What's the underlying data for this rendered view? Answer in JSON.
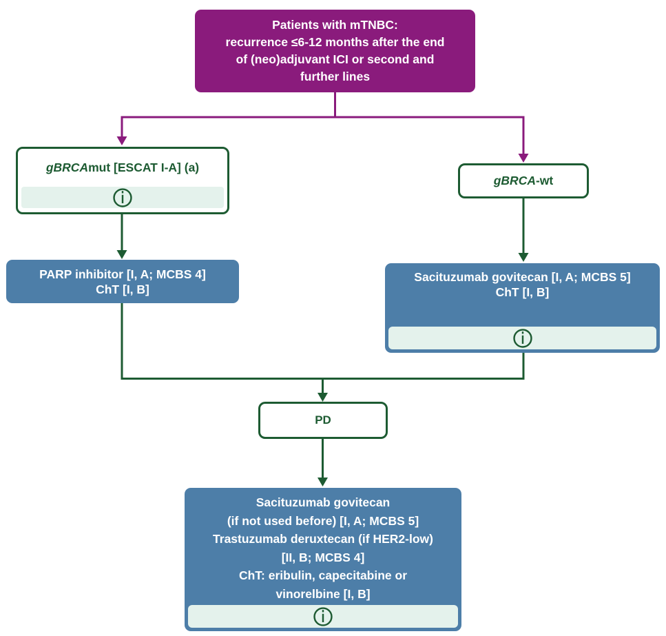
{
  "colors": {
    "purple": "#8A1B7C",
    "blue": "#4D7EA8",
    "dark_green": "#1D5B32",
    "light_green_strip": "#E4F2EC",
    "text_on_dark": "#FFFFFF"
  },
  "icons": {
    "info": "circled-i"
  },
  "nodes": {
    "root": {
      "text": "Patients with mTNBC:\nrecurrence ≤6-12 months after the end\nof (neo)adjuvant ICI or second and\nfurther lines"
    },
    "gbrca_mut": {
      "gene": "gBRCA",
      "rest": "mut [ESCAT I-A] (a)"
    },
    "gbrca_wt": {
      "gene": "gBRCA",
      "rest": "-wt"
    },
    "parp": {
      "text": "PARP inhibitor [I, A; MCBS 4]\nChT [I, B]"
    },
    "sacituzumab": {
      "text": "Sacituzumab govitecan [I, A; MCBS 5]\nChT [I, B]"
    },
    "pd": {
      "text": "PD"
    },
    "later_lines": {
      "text": "Sacituzumab govitecan\n(if not used before) [I, A; MCBS 5]\nTrastuzumab deruxtecan (if HER2-low)\n[II, B; MCBS 4]\nChT: eribulin, capecitabine or\nvinorelbine [I, B]"
    }
  }
}
